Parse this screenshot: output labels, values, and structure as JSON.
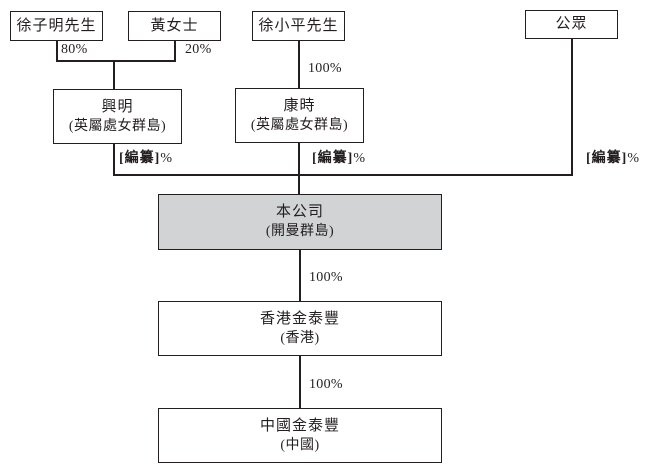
{
  "diagram": {
    "type": "org-shareholding-structure",
    "nodes": {
      "xu_ziming": {
        "label": "徐子明先生"
      },
      "huang": {
        "label": "黃女士"
      },
      "xu_xiaoping": {
        "label": "徐小平先生"
      },
      "public": {
        "label": "公眾"
      },
      "xingming": {
        "name": "興明",
        "jurisdiction": "(英屬處女群島)"
      },
      "kangshi": {
        "name": "康時",
        "jurisdiction": "(英屬處女群島)"
      },
      "company": {
        "name": "本公司",
        "jurisdiction": "(開曼群島)"
      },
      "hk_subsidiary": {
        "name": "香港金泰豐",
        "jurisdiction": "(香港)"
      },
      "prc_subsidiary": {
        "name": "中國金泰豐",
        "jurisdiction": "(中國)"
      }
    },
    "ownership_labels": {
      "xu_ziming_to_xingming": "80%",
      "huang_to_xingming": "20%",
      "xu_xiaoping_to_kangshi": "100%",
      "xingming_to_company": {
        "redacted": "[編纂]",
        "suffix": "%"
      },
      "kangshi_to_company": {
        "redacted": "[編纂]",
        "suffix": "%"
      },
      "public_to_company": {
        "redacted": "[編纂]",
        "suffix": "%"
      },
      "company_to_hk": "100%",
      "hk_to_prc": "100%"
    },
    "colors": {
      "line": "#231f20",
      "company_fill": "#d1d3d4",
      "box_fill": "#ffffff"
    }
  }
}
